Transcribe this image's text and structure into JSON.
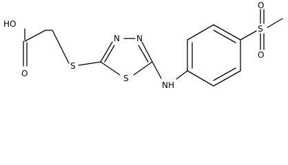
{
  "molecule": {
    "atoms": {
      "hydroxyl": "HO",
      "carbonyl_oxygen": "O",
      "thioether_sulfur": "S",
      "ring_nitrogen_1": "N",
      "ring_nitrogen_2": "N",
      "ring_sulfur": "S",
      "amine": "N",
      "amine_hydrogen": "H",
      "sulfonyl_sulfur": "S",
      "sulfonyl_oxygen_top": "O",
      "sulfonyl_oxygen_bottom": "O"
    }
  },
  "colors": {
    "bond": "#000000",
    "text": "#000000",
    "background": "#ffffff"
  }
}
